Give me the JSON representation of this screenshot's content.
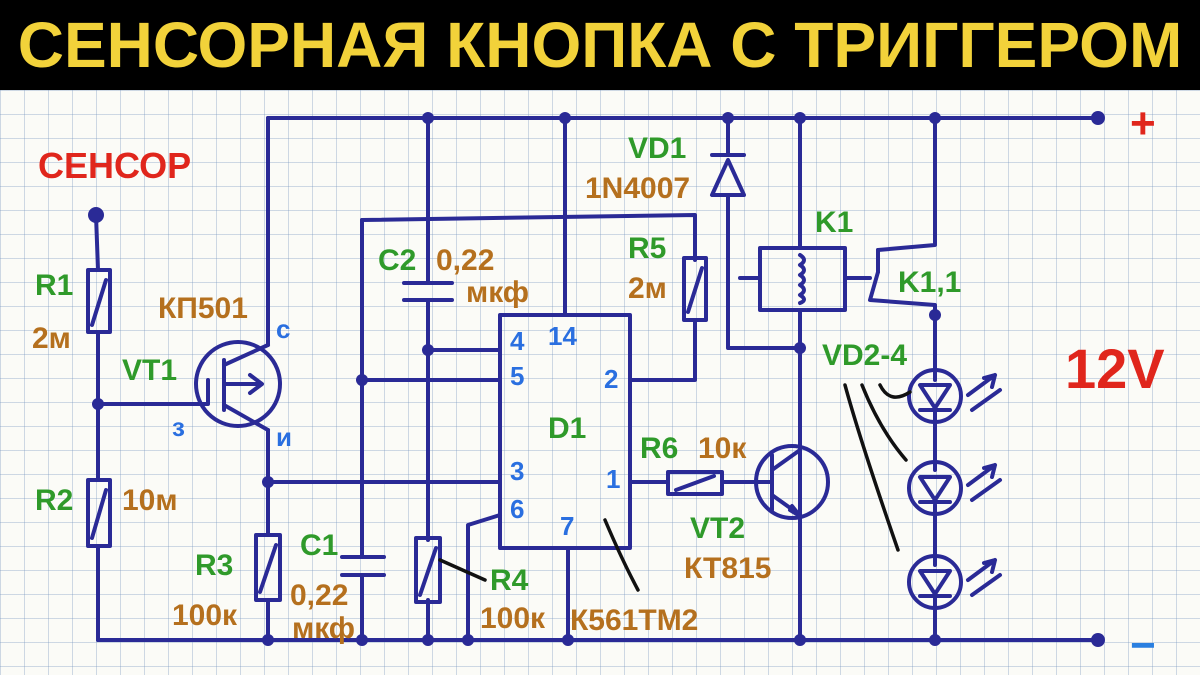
{
  "title": "СЕНСОРНАЯ КНОПКА С ТРИГГЕРОМ",
  "colors": {
    "banner_bg": "#000000",
    "title": "#f2d23a",
    "wire": "#2a2a96",
    "designator": "#2f9a2a",
    "value": "#b5701e",
    "pin": "#2a6fe0",
    "sensor_label": "#e0261c",
    "plus": "#e0261c",
    "minus": "#2a7fe0"
  },
  "labels": {
    "sensor": "СЕНСОР",
    "plus": "+",
    "minus": "−",
    "voltage": "12V",
    "r1": "R1",
    "r1_val": "2м",
    "r2": "R2",
    "r2_val": "10м",
    "r3": "R3",
    "r3_val": "100к",
    "r4": "R4",
    "r4_val": "100к",
    "r5": "R5",
    "r5_val": "2м",
    "r6": "R6",
    "r6_val": "10к",
    "c1": "C1",
    "c1_val": "0,22",
    "c1_unit": "мкф",
    "c2": "C2",
    "c2_val": "0,22",
    "c2_unit": "мкф",
    "vt1": "VT1",
    "vt1_type": "КП501",
    "vt1_pin_s": "с",
    "vt1_pin_z": "з",
    "vt1_pin_i": "и",
    "vt2": "VT2",
    "vt2_type": "КТ815",
    "vd1": "VD1",
    "vd1_type": "1N4007",
    "k1": "K1",
    "k11": "K1,1",
    "vd24": "VD2-4",
    "d1": "D1",
    "d1_type": "К561ТМ2",
    "pin4": "4",
    "pin5": "5",
    "pin3": "3",
    "pin6": "6",
    "pin7": "7",
    "pin14": "14",
    "pin2": "2",
    "pin1": "1"
  }
}
